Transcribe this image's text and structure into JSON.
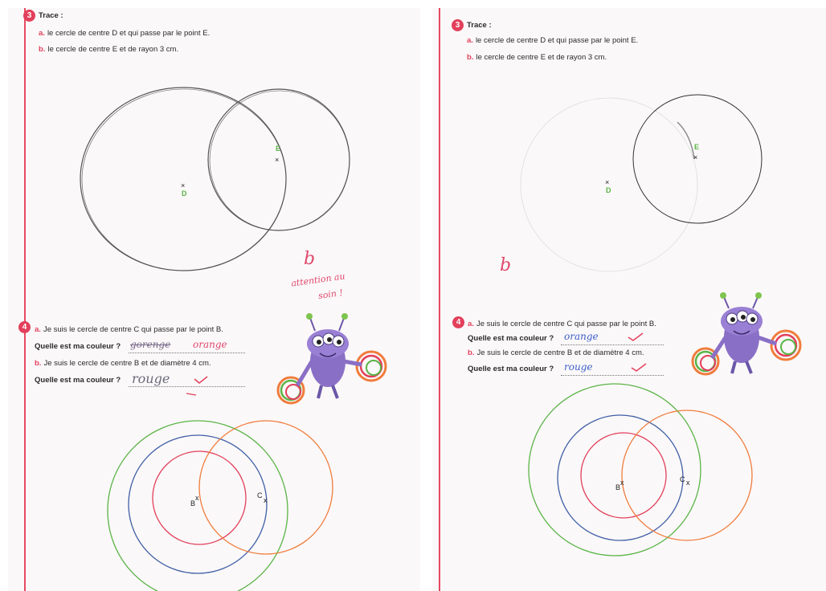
{
  "left": {
    "ex3": {
      "number": "3",
      "title": "Trace :",
      "a_marker": "a.",
      "a_text": "le cercle de centre D et qui passe par le point E.",
      "b_marker": "b.",
      "b_text": "le cercle de centre E et de rayon 3 cm.",
      "point_d": "D",
      "point_e": "E",
      "cross": "×"
    },
    "teacher_note": {
      "grade": "b",
      "comment_line1": "attention au",
      "comment_line2": "soin !"
    },
    "ex4": {
      "number": "4",
      "a_marker": "a.",
      "a_text": "Je suis le cercle de centre C qui passe par le point B.",
      "question1": "Quelle est ma couleur ?",
      "answer1_crossed": "gorenge",
      "answer1": "orange",
      "b_marker": "b.",
      "b_text": "Je suis le cercle de centre B et de diamètre 4 cm.",
      "question2": "Quelle est ma couleur ?",
      "answer2": "rouge",
      "point_b": "B",
      "point_c": "C",
      "cross": "x"
    }
  },
  "right": {
    "ex3": {
      "number": "3",
      "title": "Trace :",
      "a_marker": "a.",
      "a_text": "le cercle de centre D et qui passe par le point E.",
      "b_marker": "b.",
      "b_text": "le cercle de centre E et de rayon 3 cm.",
      "point_d": "D",
      "point_e": "E",
      "cross": "×"
    },
    "teacher_note": {
      "grade": "b"
    },
    "ex4": {
      "number": "4",
      "a_marker": "a.",
      "a_text": "Je suis le cercle de centre C qui passe par le point B.",
      "question1": "Quelle est ma couleur ?",
      "answer1": "orange",
      "b_marker": "b.",
      "b_text": "Je suis le cercle de centre B et de diamètre 4 cm.",
      "question2": "Quelle est ma couleur ?",
      "answer2": "rouge",
      "point_b": "B",
      "point_c": "C",
      "cross": "x"
    }
  },
  "colors": {
    "accent": "#e2405b",
    "point_label_green": "#5ab447",
    "circle_green": "#5ab447",
    "circle_blue": "#3f5fa6",
    "circle_red": "#e2405b",
    "circle_orange": "#f07c3c",
    "pencil": "#555555",
    "ink_blue": "#3b5fc8",
    "ink_pink": "#e0496c"
  },
  "icons": {
    "mascot": "purple-alien-juggling-rings-icon",
    "check": "red-checkmark-icon"
  }
}
